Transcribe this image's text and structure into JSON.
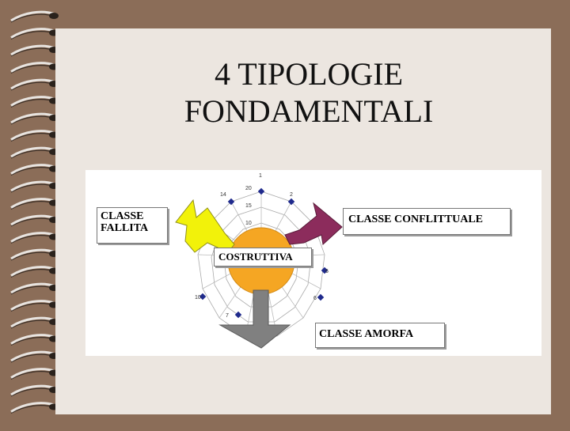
{
  "slide": {
    "title_line1": "4 TIPOLOGIE",
    "title_line2": "FONDAMENTALI"
  },
  "diagram": {
    "labels": {
      "fallita_line1": "CLASSE",
      "fallita_line2": "FALLITA",
      "conflittuale": "CLASSE CONFLITTUALE",
      "costruttiva": "COSTRUTTIVA",
      "amorfa": "CLASSE AMORFA"
    },
    "radar_axis_labels": [
      "1",
      "2",
      "6",
      "6",
      "7",
      "10",
      "14"
    ],
    "radar_ring_labels": [
      "20",
      "15",
      "10"
    ],
    "colors": {
      "fallita_arrow": "#f2f20a",
      "conflittuale_arrow": "#8c2c5c",
      "costruttiva_circle": "#f5a623",
      "amorfa_arrow": "#808080",
      "radar_points": "#1f2a8c"
    }
  }
}
